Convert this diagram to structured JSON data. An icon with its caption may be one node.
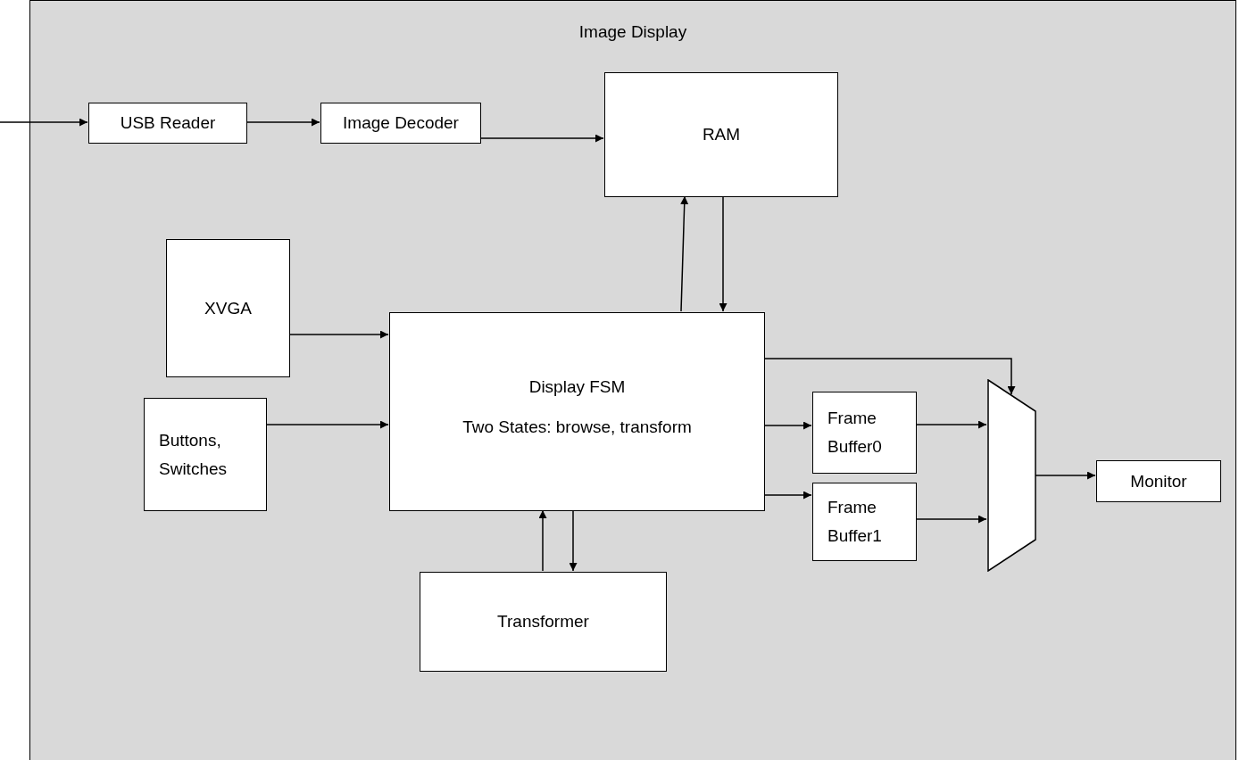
{
  "diagram": {
    "nodes": [
      {
        "text": [
          "Image Display"
        ]
      },
      {
        "text": [
          "USB Reader"
        ],
        "in": 0
      },
      {
        "text": [
          "Image Decoder"
        ],
        "in": 0
      },
      {
        "text": [
          "RAM"
        ],
        "in": 0
      },
      {
        "text": [
          "XVGA"
        ],
        "in": 0
      },
      {
        "text": [
          "Display FSM",
          "Two States: browse, transform"
        ],
        "in": 0
      },
      {
        "text": [
          "Buttons, Switches"
        ],
        "in": 0
      },
      {
        "text": [
          "Frame Buffer0"
        ],
        "in": 0
      },
      {
        "text": [
          "Frame Buffer1"
        ],
        "in": 0
      },
      {
        "text": [],
        "shape": "trapezoid",
        "in": 0
      },
      {
        "text": [
          "Monitor"
        ],
        "in": 0
      },
      {
        "text": [
          "Transformer"
        ],
        "in": 0
      }
    ],
    "edges": [
      {
        "from": null,
        "to": 1,
        "arrow": "to"
      },
      {
        "from": 1,
        "to": 2,
        "arrow": "to"
      },
      {
        "from": 2,
        "to": 3,
        "arrow": "to"
      },
      {
        "from": 5,
        "to": 3,
        "arrow": "to"
      },
      {
        "from": 3,
        "to": 5,
        "arrow": "to"
      },
      {
        "from": 4,
        "to": 5,
        "arrow": "to"
      },
      {
        "from": 6,
        "to": 5,
        "arrow": "to"
      },
      {
        "from": 5,
        "to": 9,
        "arrow": "to"
      },
      {
        "from": 5,
        "to": 7,
        "arrow": "to"
      },
      {
        "from": 5,
        "to": 8,
        "arrow": "to"
      },
      {
        "from": 7,
        "to": 9,
        "arrow": "to"
      },
      {
        "from": 8,
        "to": 9,
        "arrow": "to"
      },
      {
        "from": 9,
        "to": 10,
        "arrow": "to"
      },
      {
        "from": 11,
        "to": 5,
        "arrow": "to"
      },
      {
        "from": 5,
        "to": 11,
        "arrow": "to"
      }
    ]
  }
}
